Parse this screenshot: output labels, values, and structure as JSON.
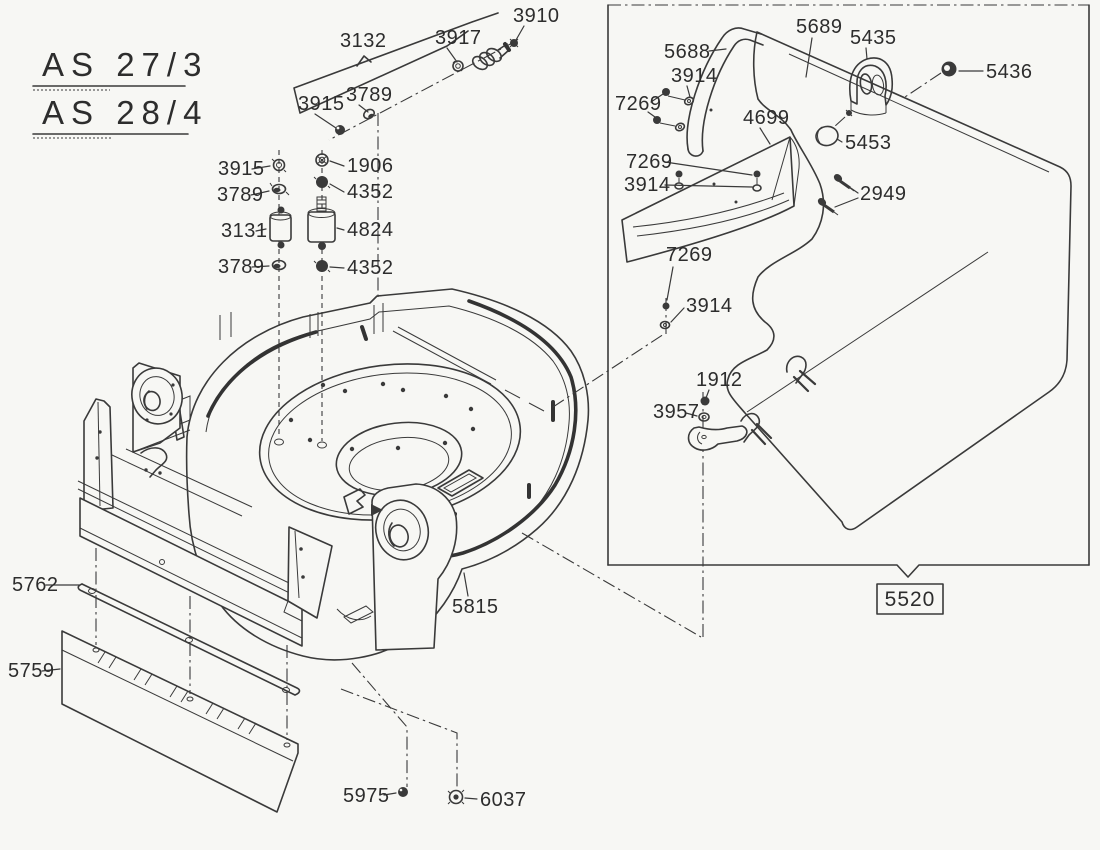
{
  "title": {
    "model1": "AS 27/3",
    "model2": "AS 28/4"
  },
  "detail_box": {
    "ref": "5520"
  },
  "callouts": {
    "c3910": "3910",
    "c3132": "3132",
    "c3917": "3917",
    "c3915u": "3915",
    "c3789u": "3789",
    "c3915": "3915",
    "c3789a": "3789",
    "c3131": "3131",
    "c3789b": "3789",
    "c1906": "1906",
    "c4352a": "4352",
    "c4824": "4824",
    "c4352b": "4352",
    "c5762": "5762",
    "c5759": "5759",
    "c5815": "5815",
    "c5975": "5975",
    "c6037": "6037",
    "c5688": "5688",
    "c3914a": "3914",
    "c7269a": "7269",
    "c5689": "5689",
    "c5435": "5435",
    "c5436": "5436",
    "c4699": "4699",
    "c5453": "5453",
    "c2949": "2949",
    "c7269b": "7269",
    "c3914b": "3914",
    "c7269c": "7269",
    "c3914c": "3914",
    "c1912": "1912",
    "c3957": "3957"
  },
  "colors": {
    "ink": "#3a3a3a",
    "paper": "#f7f7f4"
  }
}
